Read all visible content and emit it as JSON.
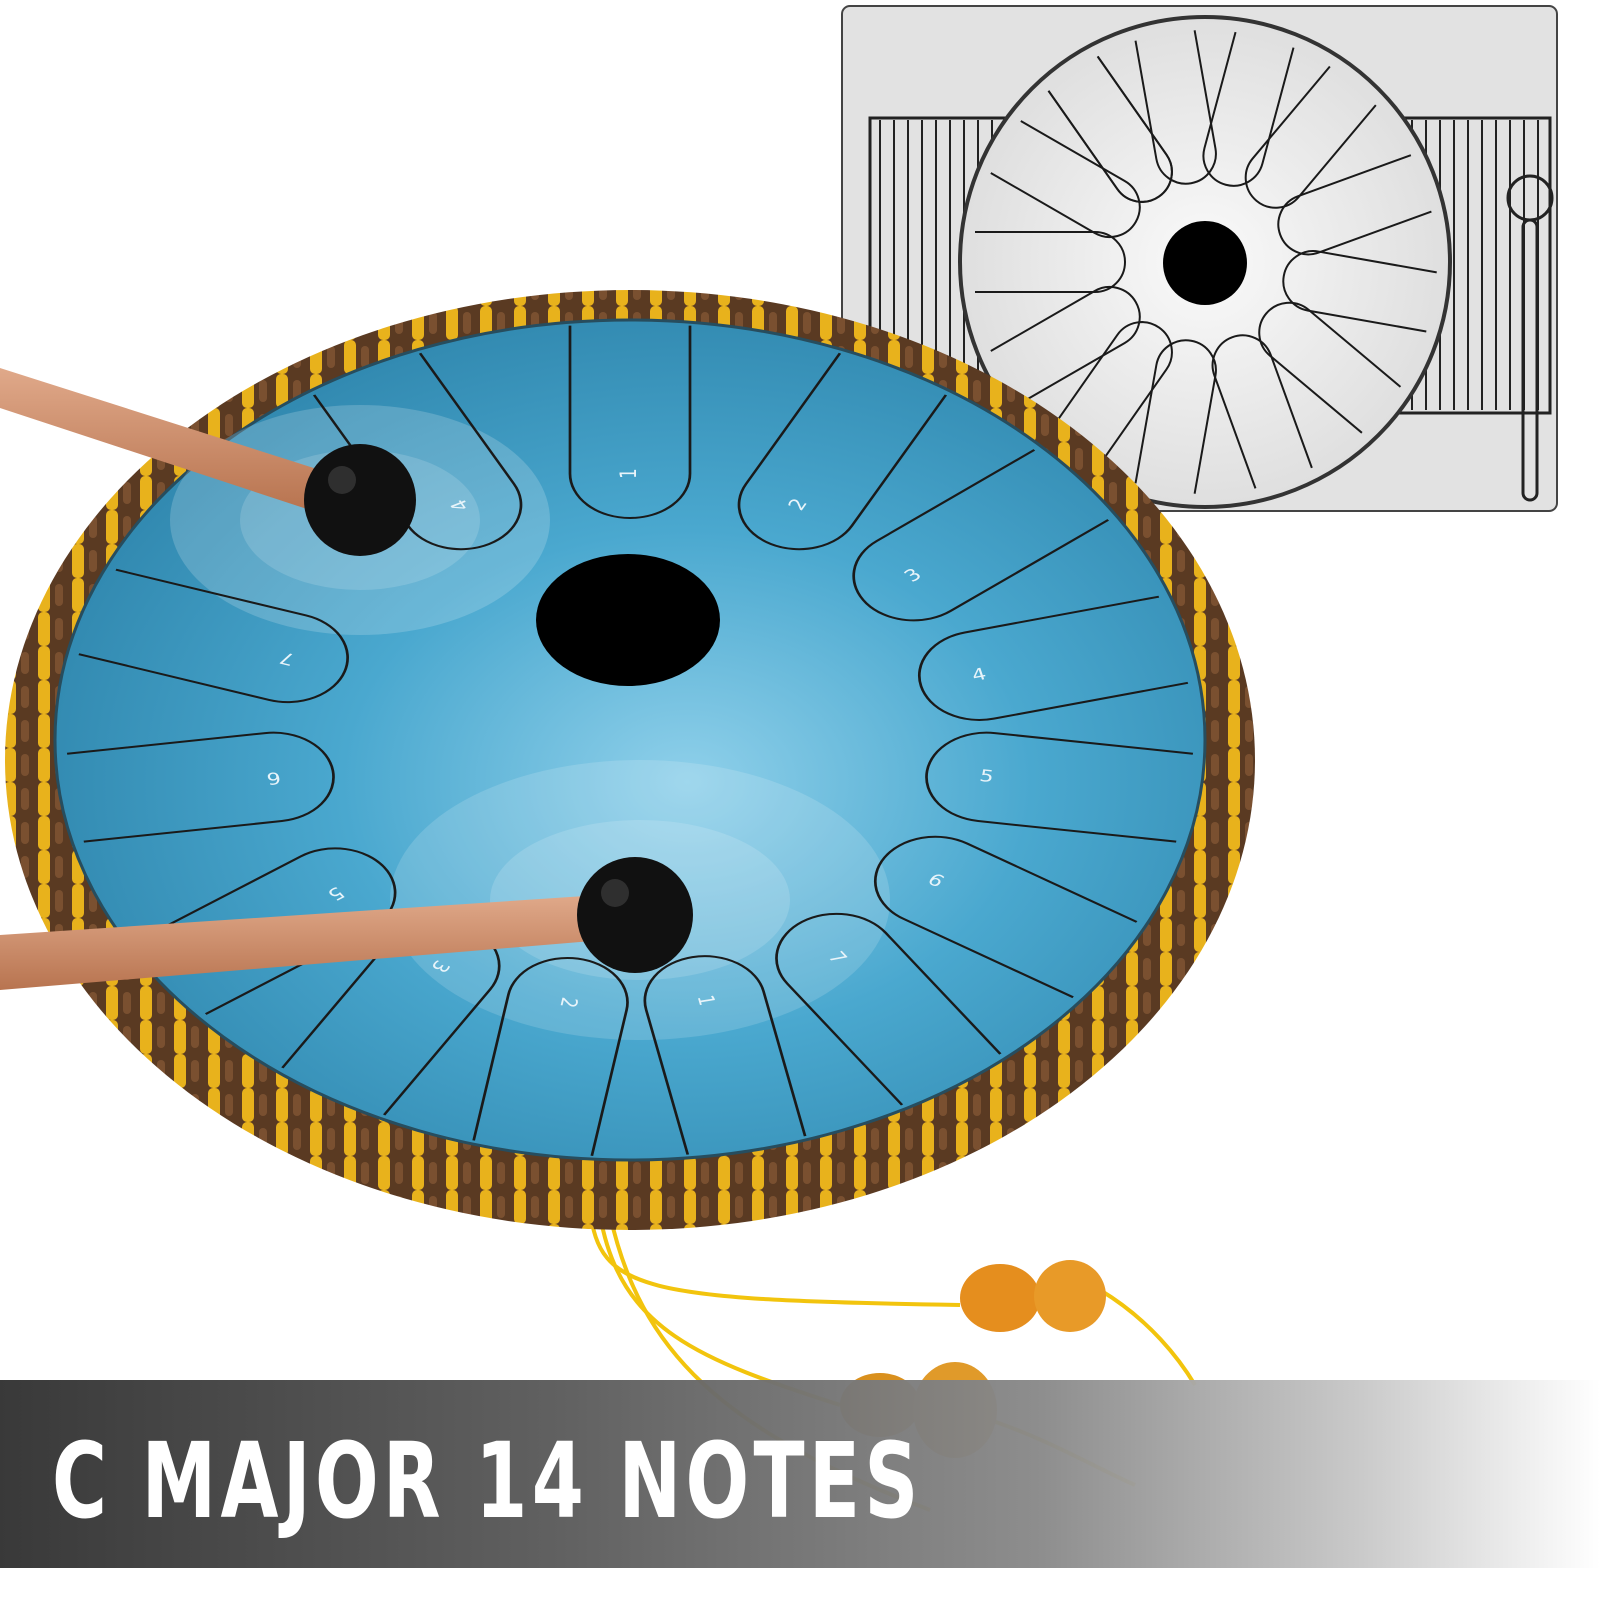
{
  "product": {
    "banner_text": "C MAJOR 14 NOTES",
    "note_labels": [
      "1",
      "2",
      "3",
      "4",
      "5",
      "6",
      "7",
      "1",
      "2",
      "3",
      "5",
      "6",
      "7",
      "4"
    ]
  },
  "colors": {
    "drum_blue": "#3d9cc4",
    "rim_brown": "#5a3a22",
    "rim_gold": "#e8b21c",
    "mallet_wood": "#c98a62",
    "mallet_head": "#111111",
    "inset_bg": "#e2e2e2"
  },
  "icons": [
    "steel-tongue-drum",
    "mallet",
    "diagram-inset",
    "gourd-ornament"
  ]
}
